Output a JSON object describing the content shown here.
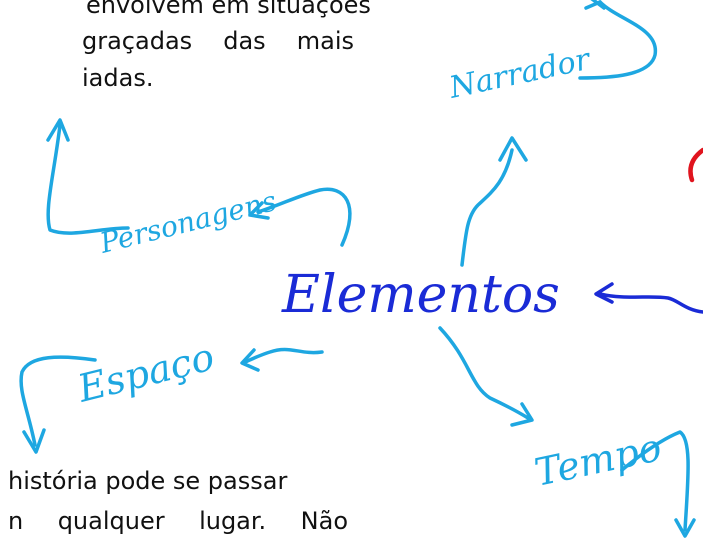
{
  "colors": {
    "accent": "#1ea7e1",
    "center": "#1a2bd6",
    "red": "#e0141e",
    "text": "#111111"
  },
  "text_top": {
    "line1": "envolvem em situações",
    "line2_words": [
      "graçadas",
      "das",
      "mais"
    ],
    "line3": "iadas."
  },
  "text_bottom": {
    "line1": "história pode se passar",
    "line2_words": [
      "n",
      "qualquer",
      "lugar.",
      "Não"
    ]
  },
  "diagram": {
    "center": "Elementos",
    "nodes": {
      "narrador": "Narrador",
      "personagens": "Personagens",
      "espaco": "Espaço",
      "tempo": "Tempo"
    }
  }
}
